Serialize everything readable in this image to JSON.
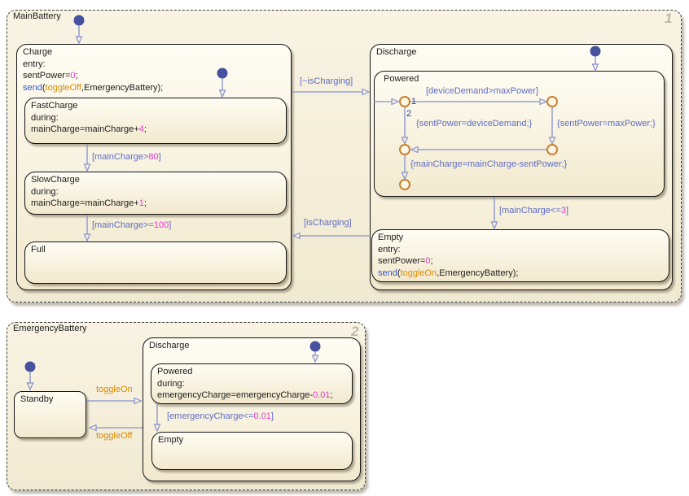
{
  "colors": {
    "canvas_bg": "#ffffff",
    "transition_blue": "#5f6cc4",
    "line_periwinkle": "#8691cf",
    "priority_navy": "#2e3d96",
    "event_orange": "#dd8b00",
    "literal_magenta": "#e23ace",
    "keyword_blue": "#3657d0",
    "junction_orange": "#c8802e",
    "default_dot": "#47519e"
  },
  "main": {
    "label": "MainBattery",
    "badge": "1",
    "charge": {
      "title": "Charge",
      "entry": "entry:",
      "s1a": "sentPower=",
      "s1b": "0",
      "s1c": ";",
      "s2a": "send",
      "s2b": "(",
      "s2c": "toggleOff",
      "s2d": ",EmergencyBattery);"
    },
    "fast": {
      "title": "FastCharge",
      "during": "during:",
      "s1a": "mainCharge=mainCharge+",
      "s1b": "4",
      "s1c": ";"
    },
    "slow": {
      "title": "SlowCharge",
      "during": "during:",
      "s1a": "mainCharge=mainCharge+",
      "s1b": "1",
      "s1c": ";"
    },
    "full": {
      "title": "Full"
    },
    "discharge": {
      "title": "Discharge"
    },
    "powered": {
      "title": "Powered"
    },
    "empty": {
      "title": "Empty",
      "entry": "entry:",
      "s1a": "sentPower=",
      "s1b": "0",
      "s1c": ";",
      "s2a": "send",
      "s2b": "(",
      "s2c": "toggleOn",
      "s2d": ",EmergencyBattery);"
    },
    "t": {
      "not_charging": "[~isCharging]",
      "is_charging": "[isCharging]",
      "gt80_a": "[mainCharge>",
      "gt80_b": "80",
      "gt80_c": "]",
      "ge100_a": "[mainCharge>=",
      "ge100_b": "100",
      "ge100_c": "]",
      "dev_demand": "[deviceDemand>maxPower]",
      "sent_dev": "{sentPower=deviceDemand;}",
      "sent_max": "{sentPower=maxPower;}",
      "main_minus_sent": "{mainCharge=mainCharge-sentPower;}",
      "le3_a": "[mainCharge<=",
      "le3_b": "3",
      "le3_c": "]",
      "prio1": "1",
      "prio2": "2"
    }
  },
  "emergency": {
    "label": "EmergencyBattery",
    "badge": "2",
    "standby": {
      "title": "Standby"
    },
    "discharge": {
      "title": "Discharge"
    },
    "powered": {
      "title": "Powered",
      "during": "during:",
      "s1a": "emergencyCharge=emergencyCharge-",
      "s1b": "0.01",
      "s1c": ";"
    },
    "empty": {
      "title": "Empty"
    },
    "t": {
      "toggle_on": "toggleOn",
      "toggle_off": "toggleOff",
      "le001_a": "[emergencyCharge<=",
      "le001_b": "0.01",
      "le001_c": "]"
    }
  }
}
